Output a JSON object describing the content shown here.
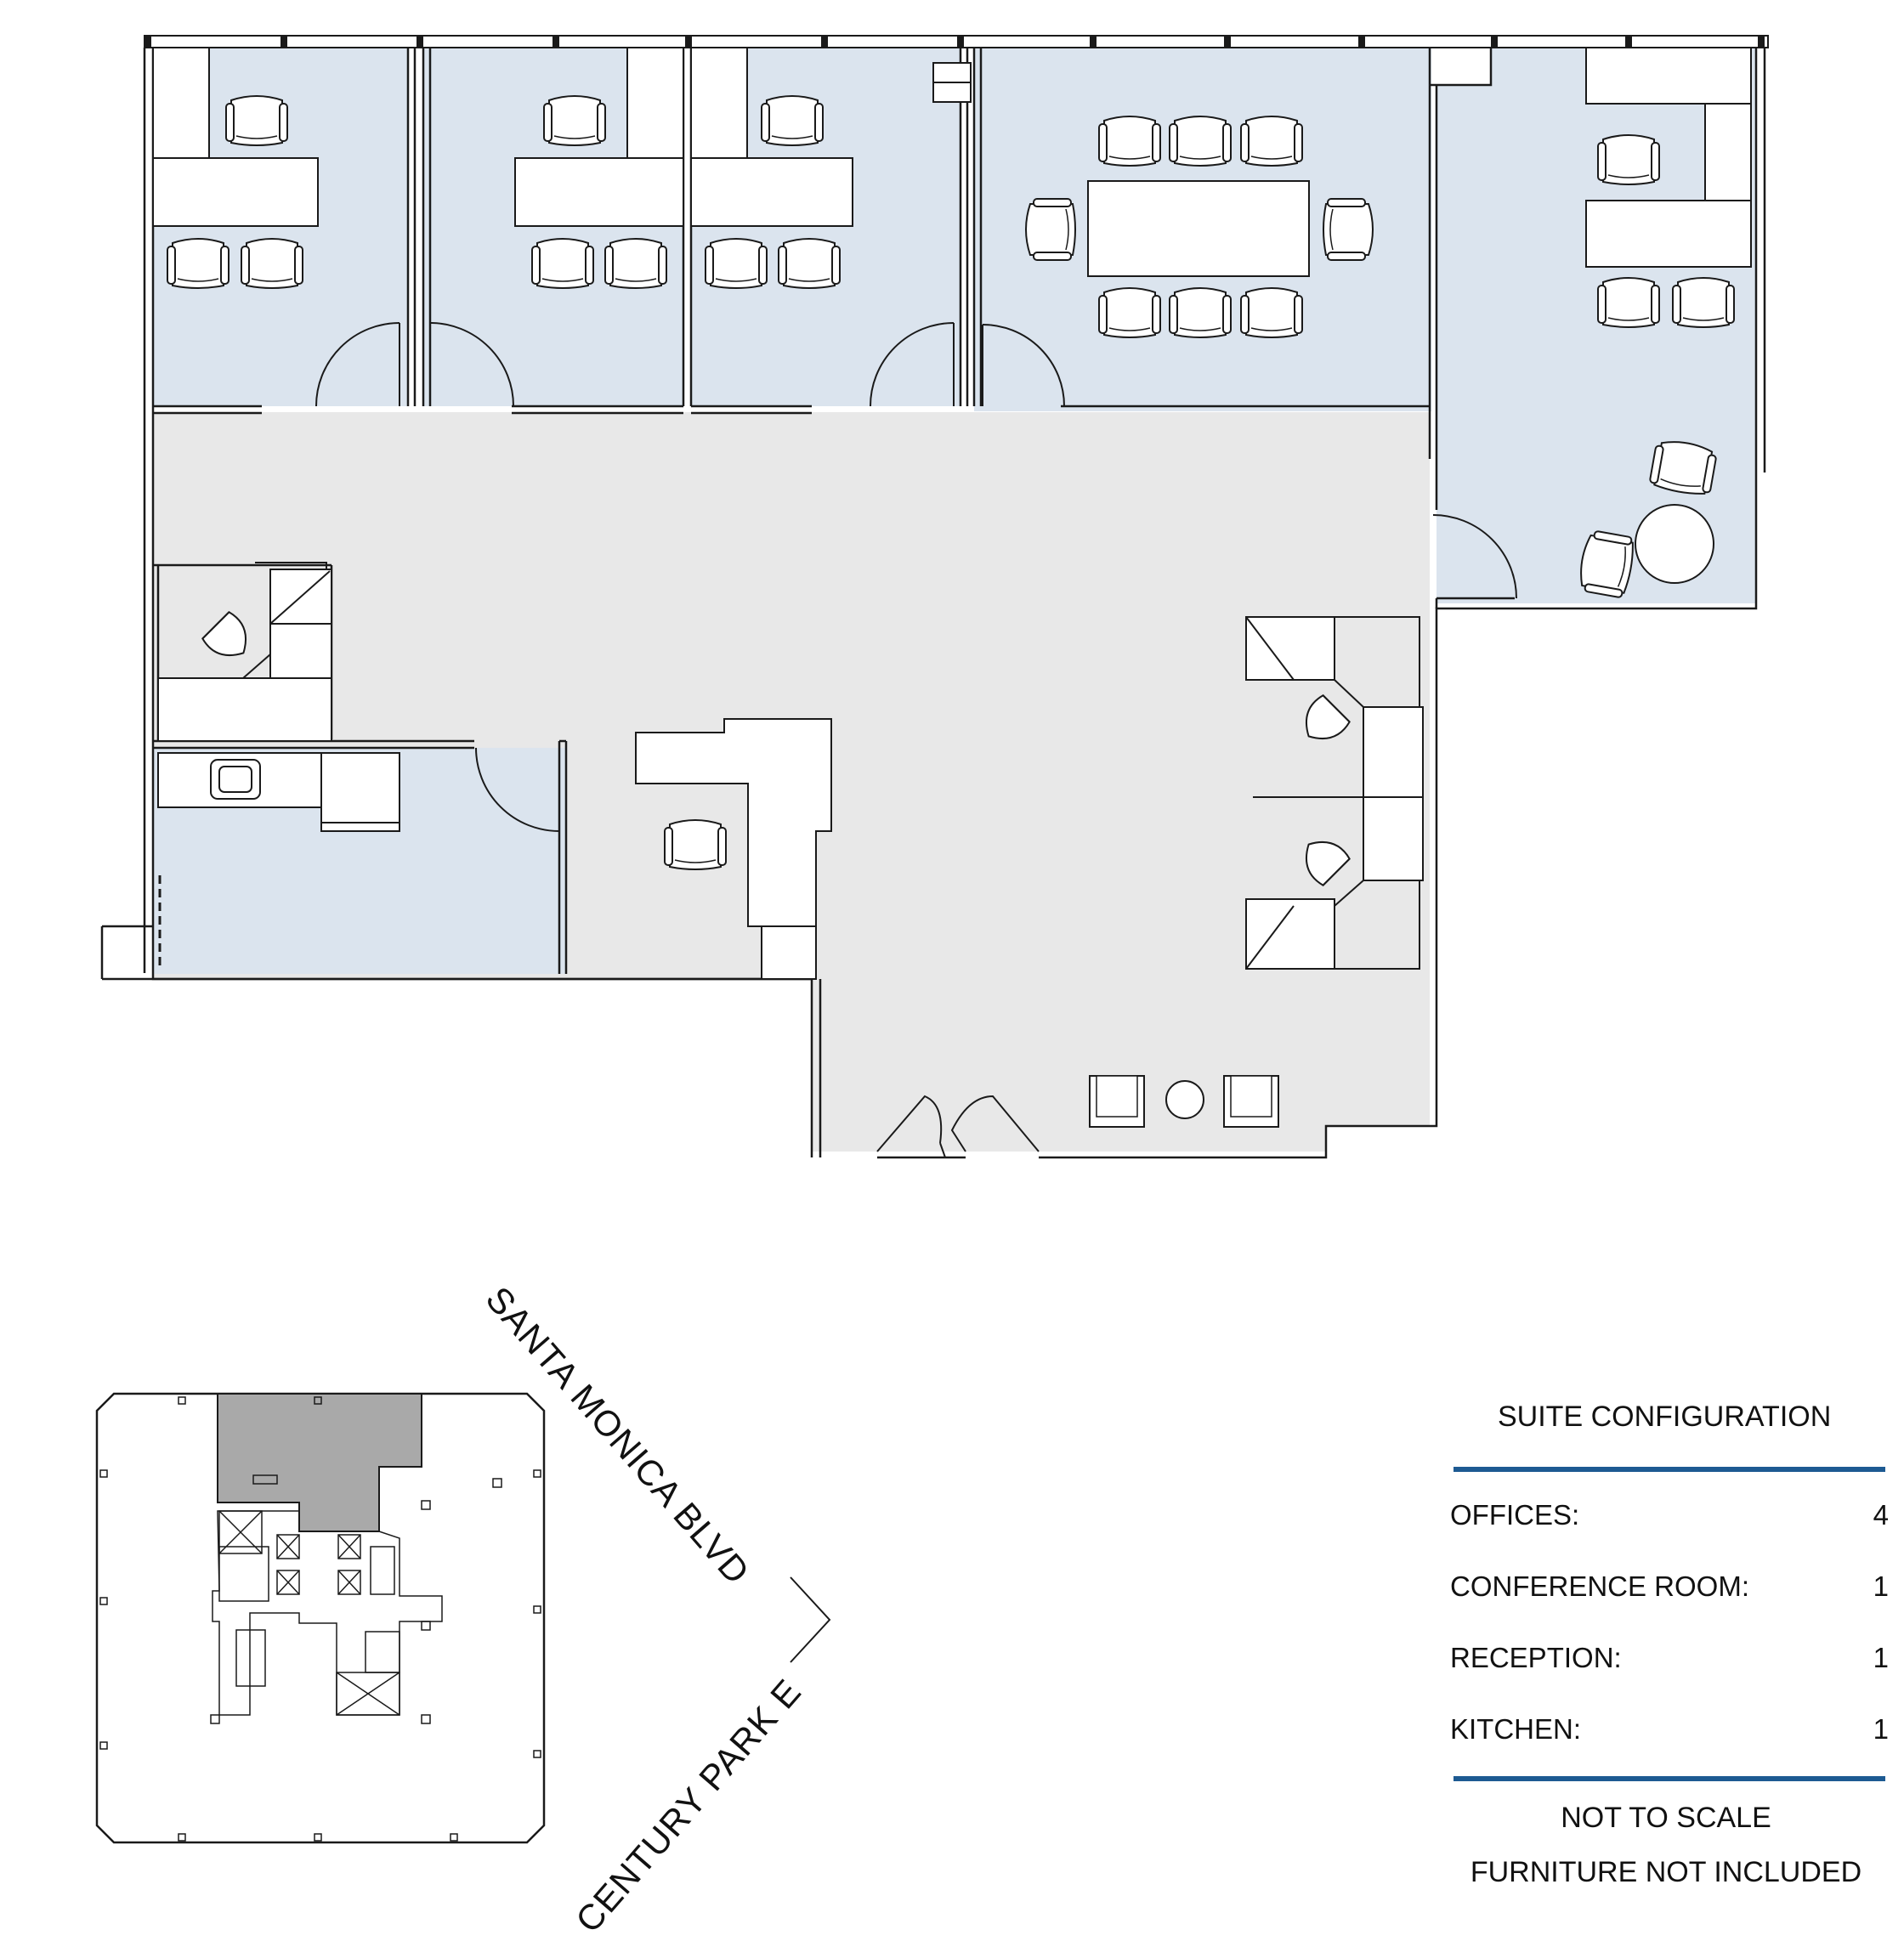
{
  "colors": {
    "office_fill": "#dbe4ee",
    "common_fill": "#e8e8e8",
    "highlight_fill": "#a9a9a9",
    "line": "#1a1a1a",
    "accent_rule": "#1d5a92"
  },
  "streets": {
    "north_east": "SANTA MONICA BLVD",
    "south_east": "CENTURY PARK E"
  },
  "suite_configuration": {
    "title": "SUITE CONFIGURATION",
    "rows": [
      {
        "label": "OFFICES:",
        "value": "4"
      },
      {
        "label": "CONFERENCE ROOM:",
        "value": "1"
      },
      {
        "label": "RECEPTION:",
        "value": "1"
      },
      {
        "label": "KITCHEN:",
        "value": "1"
      }
    ],
    "notes": [
      "NOT TO SCALE",
      "FURNITURE NOT INCLUDED"
    ]
  }
}
